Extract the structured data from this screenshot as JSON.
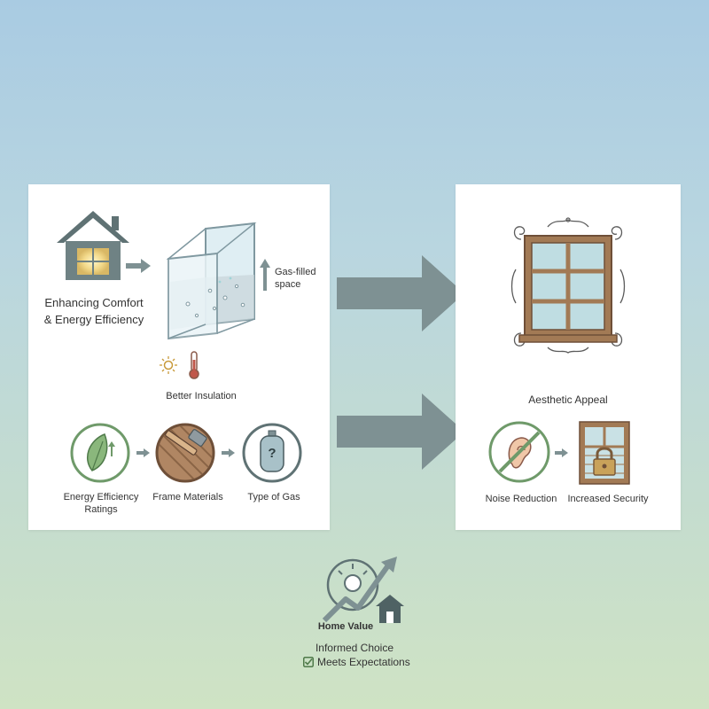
{
  "left_panel": {
    "title": "Enhancing Comfort & Energy Efficiency",
    "gas_label": "Gas-filled space",
    "insulation_label": "Better Insulation",
    "factors": [
      {
        "label": "Energy Efficiency Ratings"
      },
      {
        "label": "Frame Materials"
      },
      {
        "label": "Type of Gas",
        "glyph": "?"
      }
    ]
  },
  "right_panel": {
    "aesthetic_label": "Aesthetic Appeal",
    "noise_label": "Noise Reduction",
    "security_label": "Increased Security"
  },
  "bottom": {
    "home_value": "Home Value",
    "informed_choice": "Informed Choice",
    "meets_expectations": "Meets Expectations"
  },
  "colors": {
    "arrow": "#7e9193",
    "accent_green": "#6f9a6a",
    "slate": "#5f7274",
    "wood": "#a27a55"
  }
}
